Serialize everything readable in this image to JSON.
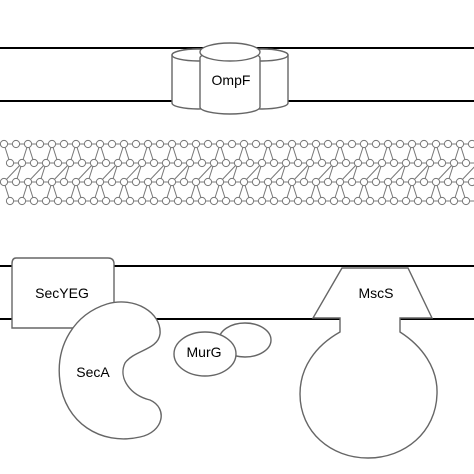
{
  "outer_membrane": {
    "protein_label": "OmpF"
  },
  "peptidoglycan_layer": {
    "rows": 4,
    "columns": 40
  },
  "inner_membrane": {
    "translocon_label": "SecYEG",
    "atpase_label": "SecA",
    "glycosyltransferase_label": "MurG",
    "channel_label": "MscS"
  }
}
